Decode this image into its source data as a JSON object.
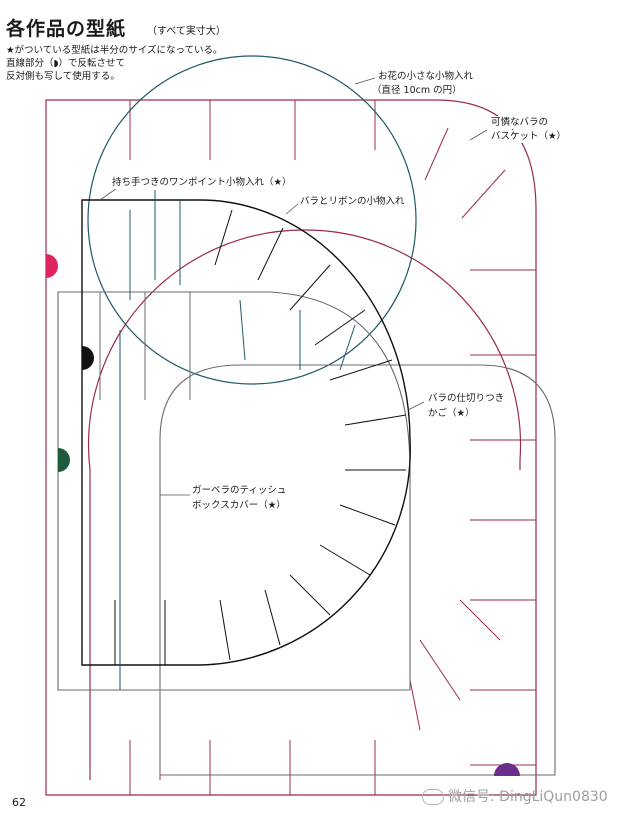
{
  "title": "各作品の型紙",
  "subtitle": "（すべて実寸大）",
  "notes": [
    "★がついている型紙は半分のサイズになっている。",
    "直線部分（◗）で反転させて",
    "反対側も写して使用する。"
  ],
  "labels": {
    "flower_case_1": "お花の小さな小物入れ",
    "flower_case_2": "（直径 10cm の円）",
    "rose_basket_1": "可憐なバラの",
    "rose_basket_2": "バスケット（★）",
    "handle_case": "持ち手つきのワンポイント小物入れ（★）",
    "ribbon_case": "バラとリボンの小物入れ",
    "divider_basket_1": "バラの仕切りつき",
    "divider_basket_2": "かご（★）",
    "tissue_cover_1": "ガーベラのティッシュ",
    "tissue_cover_2": "ボックスカバー（★）"
  },
  "colors": {
    "crimson": "#9b2c4a",
    "teal": "#1f5a66",
    "black": "#111111",
    "gray": "#6b6b6b",
    "dot_pink": "#e0245e",
    "dot_green": "#1f5a3d",
    "dot_purple": "#6b2d8a"
  },
  "page_number": "62",
  "watermark": "微信号: DingLiQun0830"
}
